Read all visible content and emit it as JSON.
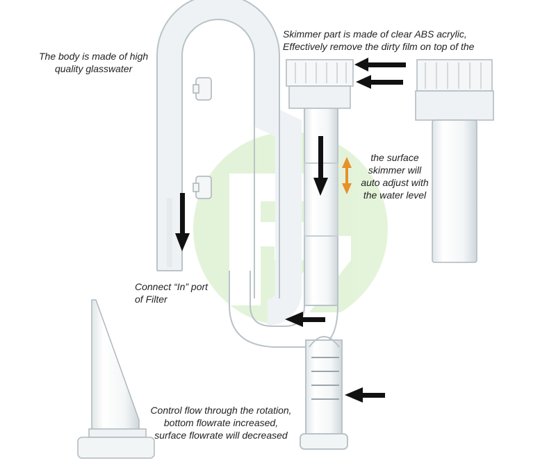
{
  "captions": {
    "body_material": [
      "The body is made of high",
      "quality glasswater"
    ],
    "skimmer_material": [
      "Skimmer part is made of clear ABS acrylic,",
      "Effectively remove the dirty film on top of the"
    ],
    "surface_skimmer": [
      "the surface",
      "skimmer will",
      "auto adjust with",
      "the water level"
    ],
    "connect_port": [
      "Connect “In” port",
      "of Filter"
    ],
    "control_flow": [
      "Control flow through the rotation,",
      "bottom flowrate increased,",
      "surface flowrate will decreased"
    ]
  },
  "colors": {
    "arrow": "#111111",
    "level_arrow": "#e8902a",
    "watermark": "#dff2d3",
    "glass_stroke": "#b9c3c8"
  },
  "watermark_logo": "FZ"
}
